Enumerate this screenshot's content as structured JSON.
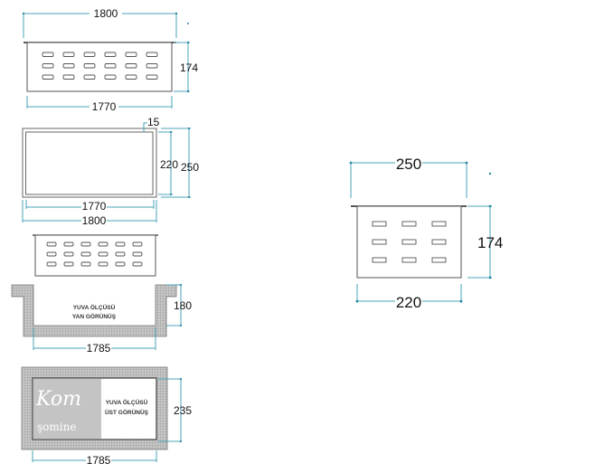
{
  "drawing": {
    "front_view": {
      "top_width": "1800",
      "bottom_width": "1770",
      "height": "174"
    },
    "plan_view": {
      "frame": "15",
      "inner_height": "220",
      "outer_height": "250",
      "inner_width": "1770",
      "outer_width": "1800"
    },
    "side_recess": {
      "depth": "180",
      "width": "1785",
      "caption_line1": "YUVA ÖLÇÜSÜ",
      "caption_line2": "YAN GÖRÜNÜŞ"
    },
    "top_recess": {
      "height": "235",
      "width": "1785",
      "caption_line1": "YUVA ÖLÇÜSÜ",
      "caption_line2": "ÜST GÖRÜNÜŞ"
    },
    "end_view": {
      "top_width": "250",
      "bottom_width": "220",
      "height": "174"
    }
  },
  "watermark": {
    "line1": "Kom",
    "line2": "şomine"
  },
  "colors": {
    "dimension": "#4aa3b8",
    "outline": "#555555",
    "hatch": "#b0b0b0"
  }
}
